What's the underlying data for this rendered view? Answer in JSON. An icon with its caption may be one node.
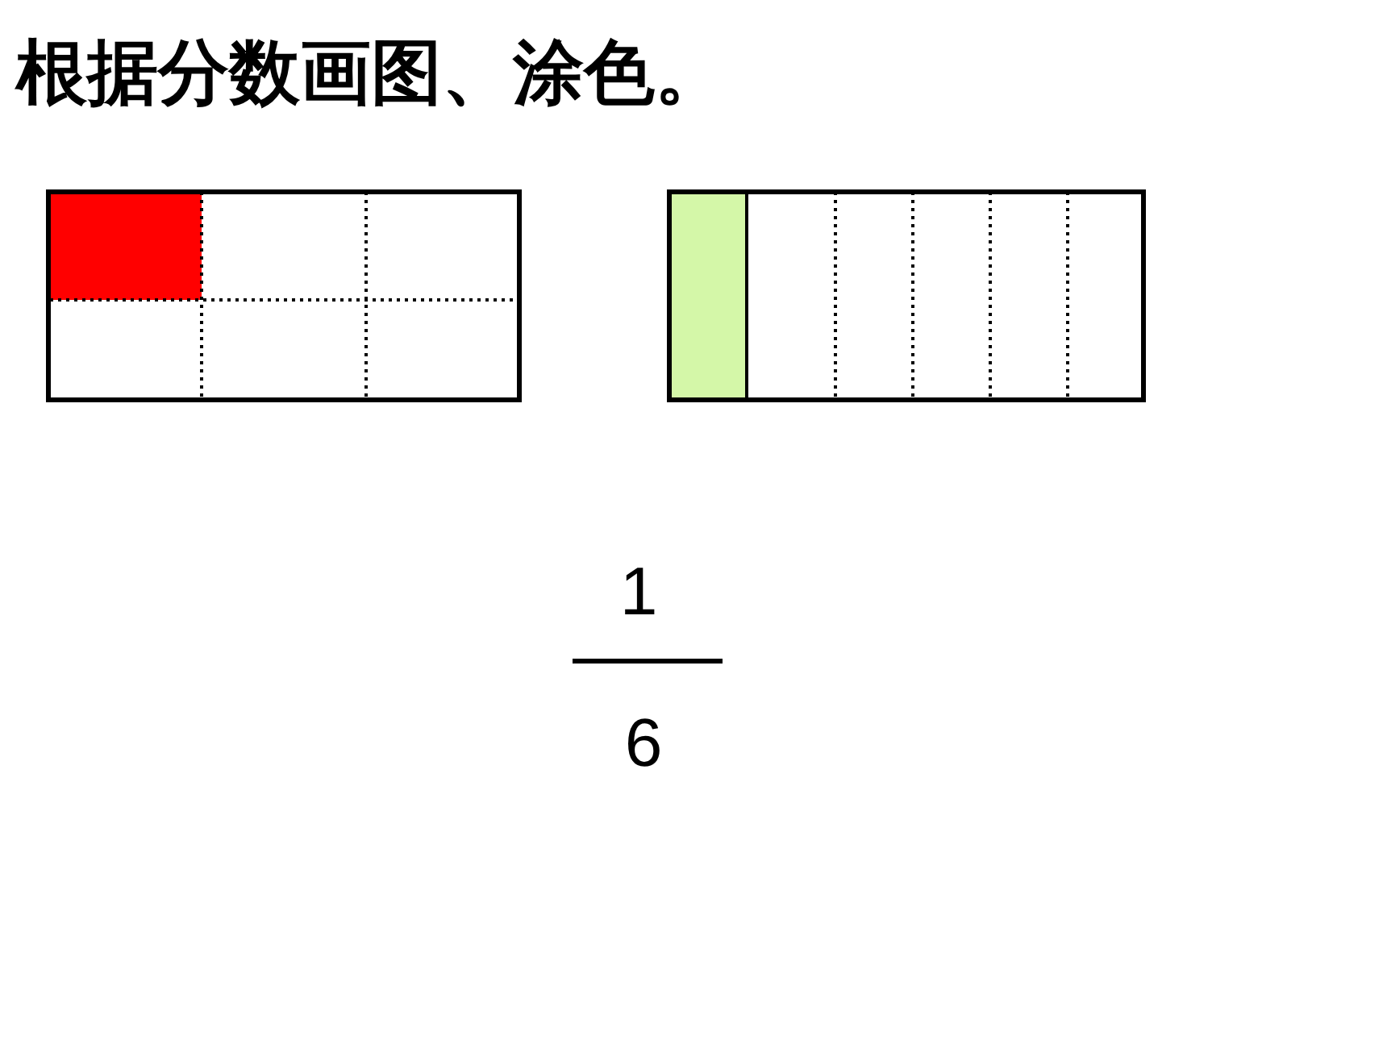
{
  "diagram": {
    "title": "根据分数画图、涂色。",
    "labels": [
      "1",
      "6"
    ]
  }
}
